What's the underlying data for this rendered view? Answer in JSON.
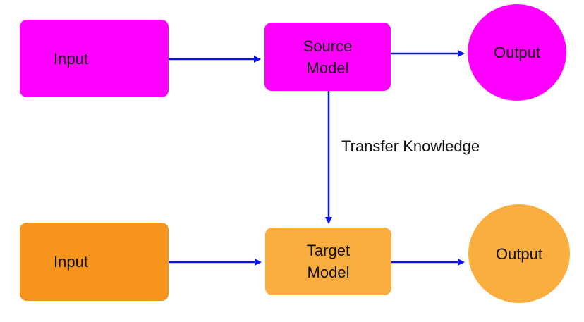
{
  "colors": {
    "source": "#ff00ff",
    "target_input": "#f7941d",
    "target": "#f9ae3f",
    "arrow": "#0a14e6"
  },
  "source_row": {
    "input": "Input",
    "model_line1": "Source",
    "model_line2": "Model",
    "output": "Output"
  },
  "transfer_label": "Transfer Knowledge",
  "target_row": {
    "input": "Input",
    "model_line1": "Target",
    "model_line2": "Model",
    "output": "Output"
  }
}
